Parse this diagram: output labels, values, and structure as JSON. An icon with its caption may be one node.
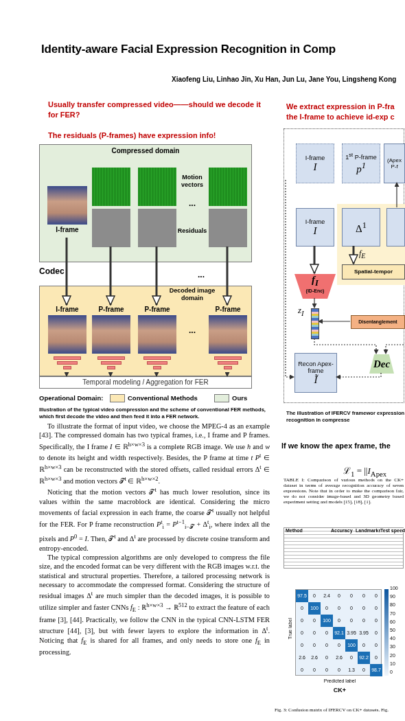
{
  "diagram": {
    "nodes": [
      {
        "text": [
          "Compressed domain"
        ]
      },
      {
        "text": [
          "I-frame"
        ],
        "in": 0
      },
      {
        "text": [],
        "shape": "picture",
        "in": 0
      },
      {
        "text": [],
        "shape": "picture",
        "in": 0
      },
      {
        "text": [],
        "shape": "picture",
        "in": 0
      },
      {
        "text": [],
        "shape": "picture",
        "in": 0
      },
      {
        "text": [],
        "shape": "picture",
        "in": 0
      },
      {
        "text": [],
        "shape": "picture",
        "in": 0
      },
      {
        "text": [
          "Decoded image domain"
        ]
      },
      {
        "text": [
          "I-frame"
        ],
        "in": 8
      },
      {
        "text": [
          "P-frame"
        ],
        "in": 8
      },
      {
        "text": [
          "P-frame"
        ],
        "in": 8
      },
      {
        "text": [
          "P-frame"
        ],
        "in": 8
      },
      {
        "text": [],
        "shape": "bar",
        "in": 8
      },
      {
        "text": [],
        "shape": "bar",
        "in": 8
      },
      {
        "text": [],
        "shape": "bar",
        "in": 8
      },
      {
        "text": [],
        "shape": "bar",
        "in": 8
      },
      {
        "text": [
          "Temporal modeling / Aggregation for FER"
        ]
      },
      {
        "text": [],
        "shape": "box"
      },
      {
        "text": [
          "I-frame",
          "I"
        ],
        "in": 18
      },
      {
        "text": [
          "1$^{st}$ P-frame",
          "p$^{1}$"
        ],
        "in": 18
      },
      {
        "text": [
          "(Apex",
          "P-f"
        ],
        "in": 18
      },
      {
        "text": [],
        "shape": "box",
        "in": 18
      },
      {
        "text": [
          "Δ$^{1}$"
        ],
        "in": 22
      },
      {
        "text": [],
        "shape": "box",
        "in": 22
      },
      {
        "text": [
          "Spatial-tempor"
        ],
        "in": 22
      },
      {
        "text": [
          "I-frame",
          "I"
        ],
        "in": 18
      },
      {
        "text": [
          "f$_{I}$",
          "(ID-Enc)"
        ],
        "in": 18
      },
      {
        "text": [],
        "shape": "bar",
        "beside": [
          "z$_{I}$"
        ],
        "in": 18
      },
      {
        "text": [
          "Disentanglement"
        ],
        "in": 18
      },
      {
        "text": [
          "Dec"
        ],
        "in": 18
      },
      {
        "text": [
          "Recon Apex-frame",
          "Ĩ"
        ],
        "in": 18
      }
    ],
    "edges": [
      {
        "from": 1,
        "to": 9,
        "arrow": "to",
        "style": "thick"
      },
      {
        "from": 5,
        "to": 10,
        "arrow": "to",
        "style": "thick"
      },
      {
        "from": 6,
        "to": 11,
        "arrow": "to",
        "style": "thick"
      },
      {
        "from": 7,
        "to": 12,
        "arrow": "to",
        "style": "thick"
      },
      {
        "from": 13,
        "to": 17,
        "arrow": "to"
      },
      {
        "from": 14,
        "to": 17,
        "arrow": "to"
      },
      {
        "from": 15,
        "to": 17,
        "arrow": "to"
      },
      {
        "from": 16,
        "to": 17,
        "arrow": "to"
      },
      {
        "from": 26,
        "to": 27,
        "arrow": "to",
        "style": "thick"
      },
      {
        "from": 23,
        "to": 25,
        "arrow": "to",
        "style": "thick",
        "label": "f$_{E}$"
      },
      {
        "from": 27,
        "to": 28,
        "arrow": "to"
      },
      {
        "from": 29,
        "to": 28,
        "arrow": "to"
      },
      {
        "from": 28,
        "to": 30,
        "arrow": "to",
        "style": "dashed"
      },
      {
        "from": null,
        "to": 30,
        "arrow": "to",
        "style": "dashed"
      },
      {
        "from": 30,
        "to": 31,
        "arrow": "to",
        "style": "dashed"
      },
      {
        "from": null,
        "to": 31,
        "arrow": "to",
        "style": "dashed"
      },
      {
        "from": 24,
        "to": 21,
        "arrow": "to"
      }
    ],
    "labels": [
      "Identity-aware Facial Expression Recognition in Comp",
      "Xiaofeng Liu, Linhao Jin, Xu Han, Jun Lu, Jane You, Lingsheng Kong",
      "Usually transfer compressed video——should we decode it for FER?",
      "The residuals (P-frames) have expression info!",
      "We extract expression in P-fra the I-frame to achieve id-exp c",
      "Motion vectors",
      "...",
      "Residuals",
      "Codec",
      "...",
      "...",
      "Operational Domain:",
      "Illustration of the typical video compression and the scheme of conventional FER methods, which first decode the video and then feed it into a FER network.",
      "To illustrate the format of input video, we choose the MPEG-4 as an example [43]. The compressed domain has two typical frames, i.e., I frame and P frames. Specifically, the I frame *I* ∈ ℝ$^{h×w×3}$ is a complete RGB image. We use *h* and *w* to denote its height and width respectively. Besides, the P frame at time *t* *P*$^{t}$ ∈ ℝ$^{h×w×3}$ can be reconstructed with the stored offsets, called residual errors Δ$^{t}$ ∈ ℝ$^{h×w×3}$ and motion vectors 𝒯$^{t}$ ∈ ℝ$^{h×w×2}$.",
      "Noticing that the motion vectors 𝒯$^{t}$ has much lower resolution, since its values within the same macroblock are identical. Considering the micro movements of facial expression in each frame, the coarse 𝒯$^{t}$ usually not helpful for the FER. For P frame reconstruction *P*$^{t}$$_{i}$ = *P*$^{t−1}$$_{i−𝒯}$ + Δ$^{t}$$_{i}$, where index all the pixels and *P*$^{0}$ = *I*. Then, 𝒯$^{t}$ and Δ$^{t}$ are processed by discrete cosine transform and entropy-encoded.",
      "The typical compression algorithms are only developed to compress the file size, and the encoded format can be very different with the RGB images w.r.t. the statistical and structural properties. Therefore, a tailored processing network is necessary to accommodate the compressed format. Considering the structure of residual images Δ$^{t}$ are much simpler than the decoded images, it is possible to utilize simpler and faster CNNs *f*$_{E}$ : ℝ$^{h×w×3}$ → ℝ$^{512}$ to extract the feature of each frame [3], [44]. Practically, we follow the CNN in the typical CNN-LSTM FER structure [44], [3], but with fewer layers to explore the information in Δ$^{t}$. Noticing that *f*$_{E}$ is shared for all frames, and only needs to store one *f*$_{E}$ in processing.",
      "The illustration of IFERCV framewor expression recognition in compresse",
      "If we know the apex frame, the",
      "ℒ$_{1}$ = ||*I*$_{Apex}$",
      "TABLE I: Comparison of various methods on the CK+ dataset in terms of average recognition accuracy of seven expressions. Note that in order to make the comparison fair, we do not consider image-based and 3D geometry based experiment setting and models [15], [18], [1].",
      "Method",
      "Accuracy",
      "Landmarks",
      "Test speed",
      "97.5",
      "0",
      "2.4",
      "0",
      "0",
      "0",
      "0",
      "0",
      "100",
      "0",
      "0",
      "0",
      "0",
      "0",
      "0",
      "0",
      "100",
      "0",
      "0",
      "0",
      "0",
      "0",
      "0",
      "0",
      "92.1",
      "3.95",
      "3.95",
      "0",
      "0",
      "0",
      "0",
      "0",
      "100",
      "0",
      "0",
      "2.6",
      "2.6",
      "0",
      "2.6",
      "0",
      "92.2",
      "0",
      "0",
      "0",
      "0",
      "0",
      "1.3",
      "0",
      "98.7",
      "100",
      "90",
      "80",
      "70",
      "60",
      "50",
      "40",
      "30",
      "20",
      "10",
      "0",
      "True label",
      "Predicted label",
      "CK+",
      "Fig. 3: Confusion matrix of IFERCV on CK+ datasets. Fig."
    ],
    "legend": [
      {
        "text": "Conventional Methods",
        "color": "#fbe8b5"
      },
      {
        "text": "Ours",
        "color": "#e3eedc"
      }
    ]
  }
}
